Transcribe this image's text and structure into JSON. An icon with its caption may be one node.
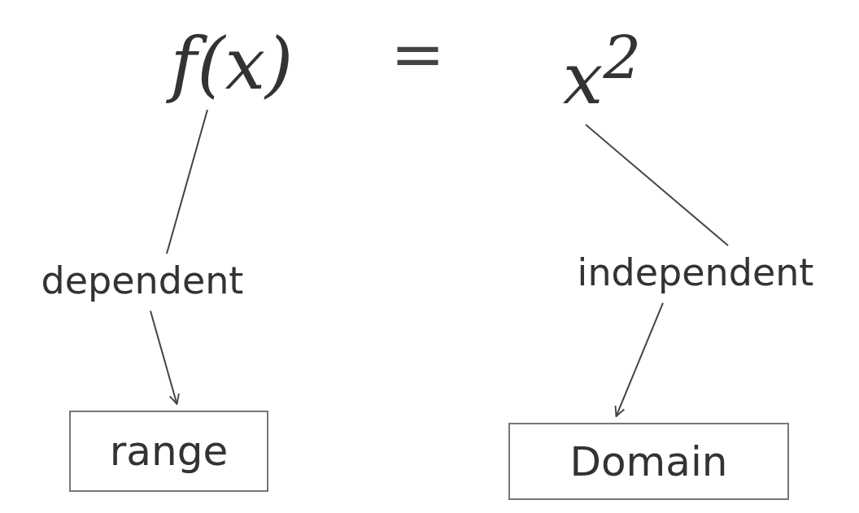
{
  "diagram": {
    "nodes": [
      {
        "text": [
          "f(x)"
        ]
      },
      {
        "text": [
          "x$^{2}$"
        ]
      },
      {
        "text": [
          "dependent"
        ]
      },
      {
        "text": [
          "independent"
        ]
      },
      {
        "text": [
          "range"
        ]
      },
      {
        "text": [
          "Domain"
        ]
      }
    ],
    "edges": [
      {
        "from": 0,
        "to": 2,
        "arrow": "none"
      },
      {
        "from": 1,
        "to": 3,
        "arrow": "none"
      },
      {
        "from": 2,
        "to": 4,
        "arrow": "to"
      },
      {
        "from": 3,
        "to": 5,
        "arrow": "to"
      }
    ],
    "labels": [
      "="
    ]
  }
}
